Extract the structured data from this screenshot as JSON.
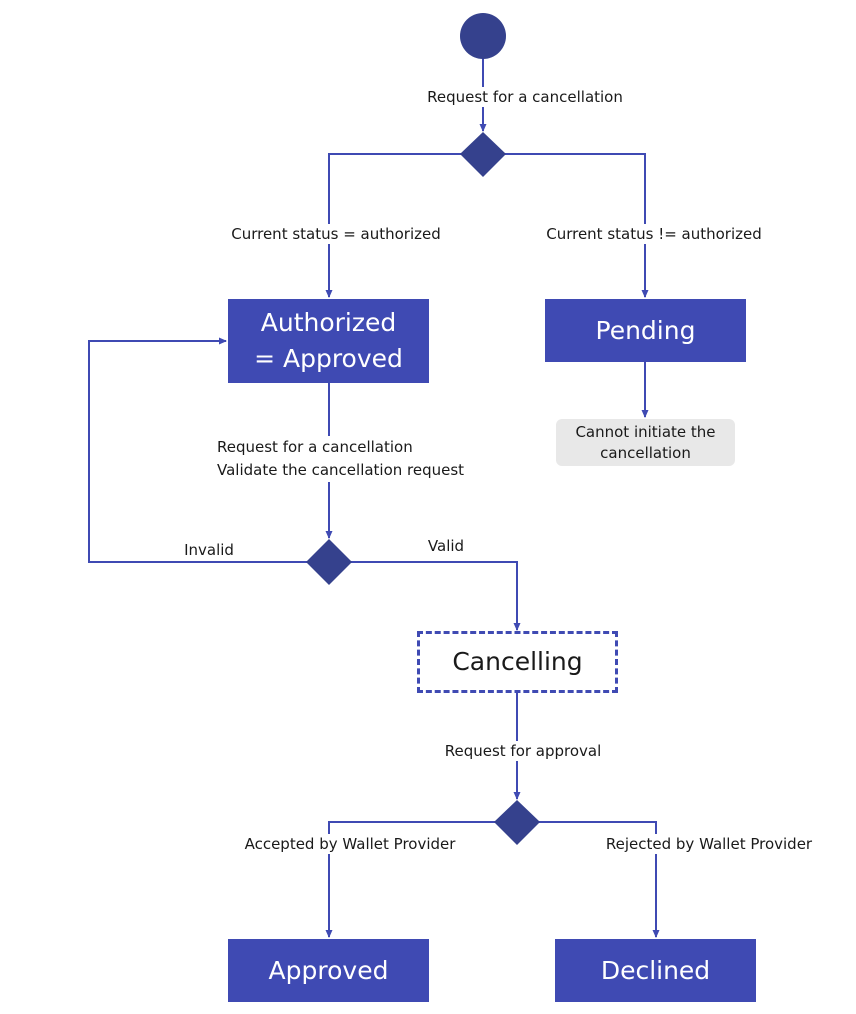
{
  "states": {
    "authorized": [
      "Authorized",
      "= Approved"
    ],
    "pending": "Pending",
    "cancelling": "Cancelling",
    "approved": "Approved",
    "declined": "Declined"
  },
  "note": {
    "cannot_initiate": [
      "Cannot initiate the",
      "cancellation"
    ]
  },
  "labels": {
    "request_cancellation": "Request for a cancellation",
    "status_authorized": "Current status = authorized",
    "status_not_authorized": "Current status != authorized",
    "request_cancellation_2": "Request for a cancellation",
    "validate_request": "Validate the cancellation request",
    "invalid": "Invalid",
    "valid": "Valid",
    "request_approval": "Request for approval",
    "accepted": "Accepted by Wallet Provider",
    "rejected": "Rejected by Wallet Provider"
  },
  "colors": {
    "state_fill": "#3f4ab3",
    "node_fill": "#35418d",
    "line": "#3f4ab3",
    "note_fill": "#e8e8e8"
  }
}
